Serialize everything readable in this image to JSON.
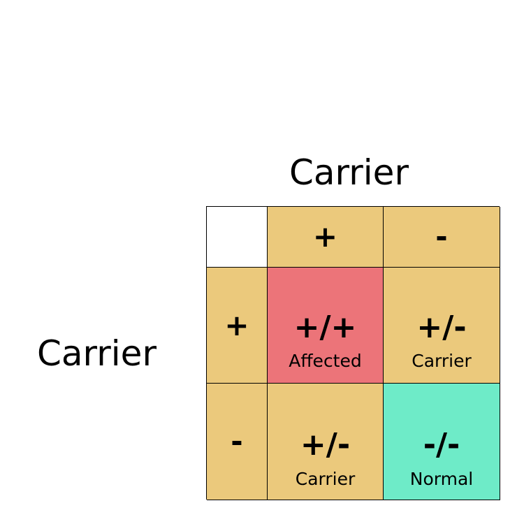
{
  "labels": {
    "top_parent": "Carrier",
    "left_parent": "Carrier"
  },
  "column_alleles": [
    "+",
    "-"
  ],
  "row_alleles": [
    "+",
    "-"
  ],
  "cells": [
    {
      "genotype": "+/+",
      "phenotype": "Affected",
      "color": "#ec7479"
    },
    {
      "genotype": "+/-",
      "phenotype": "Carrier",
      "color": "#ebc97c"
    },
    {
      "genotype": "+/-",
      "phenotype": "Carrier",
      "color": "#ebc97c"
    },
    {
      "genotype": "-/-",
      "phenotype": "Normal",
      "color": "#6eebc8"
    }
  ],
  "colors": {
    "header": "#ebc97c",
    "affected": "#ec7479",
    "carrier": "#ebc97c",
    "normal": "#6eebc8",
    "border": "#000000"
  }
}
